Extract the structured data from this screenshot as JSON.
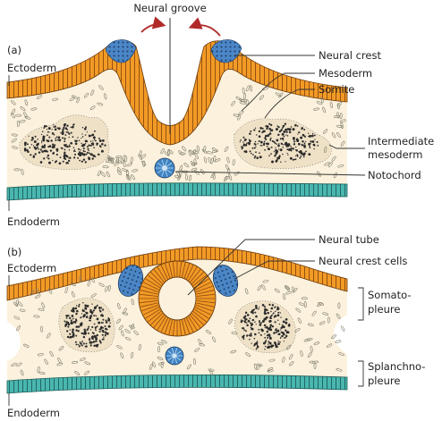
{
  "colors": {
    "tissue": "#fbf1dc",
    "ectoderm": "#f29a26",
    "ectoderm_stripe": "#8a4a10",
    "endoderm": "#49b7b0",
    "endoderm_stripe": "#1d5e59",
    "neural_crest": "#4b86c6",
    "notochord": "#3f84c3",
    "arrow_red": "#b12a2a",
    "cell_dots": "#2b2b2b",
    "leader": "#333333"
  },
  "icons": {
    "neural_fold_arrow": "curved-arrow-icon",
    "notochord": "notochord-cross-section-icon",
    "neural_tube": "neural-tube-cross-section-icon"
  },
  "panel_a": {
    "label": "(a)",
    "neural_groove": "Neural groove",
    "ectoderm": "Ectoderm",
    "endoderm": "Endoderm",
    "neural_crest": "Neural crest",
    "mesoderm": "Mesoderm",
    "somite": "Somite",
    "intermediate_mesoderm_1": "Intermediate",
    "intermediate_mesoderm_2": "mesoderm",
    "notochord": "Notochord"
  },
  "panel_b": {
    "label": "(b)",
    "ectoderm": "Ectoderm",
    "endoderm": "Endoderm",
    "neural_tube": "Neural tube",
    "neural_crest_cells": "Neural crest cells",
    "somatopleure_1": "Somato-",
    "somatopleure_2": "pleure",
    "splanchnopleure_1": "Splanchno-",
    "splanchnopleure_2": "pleure"
  }
}
